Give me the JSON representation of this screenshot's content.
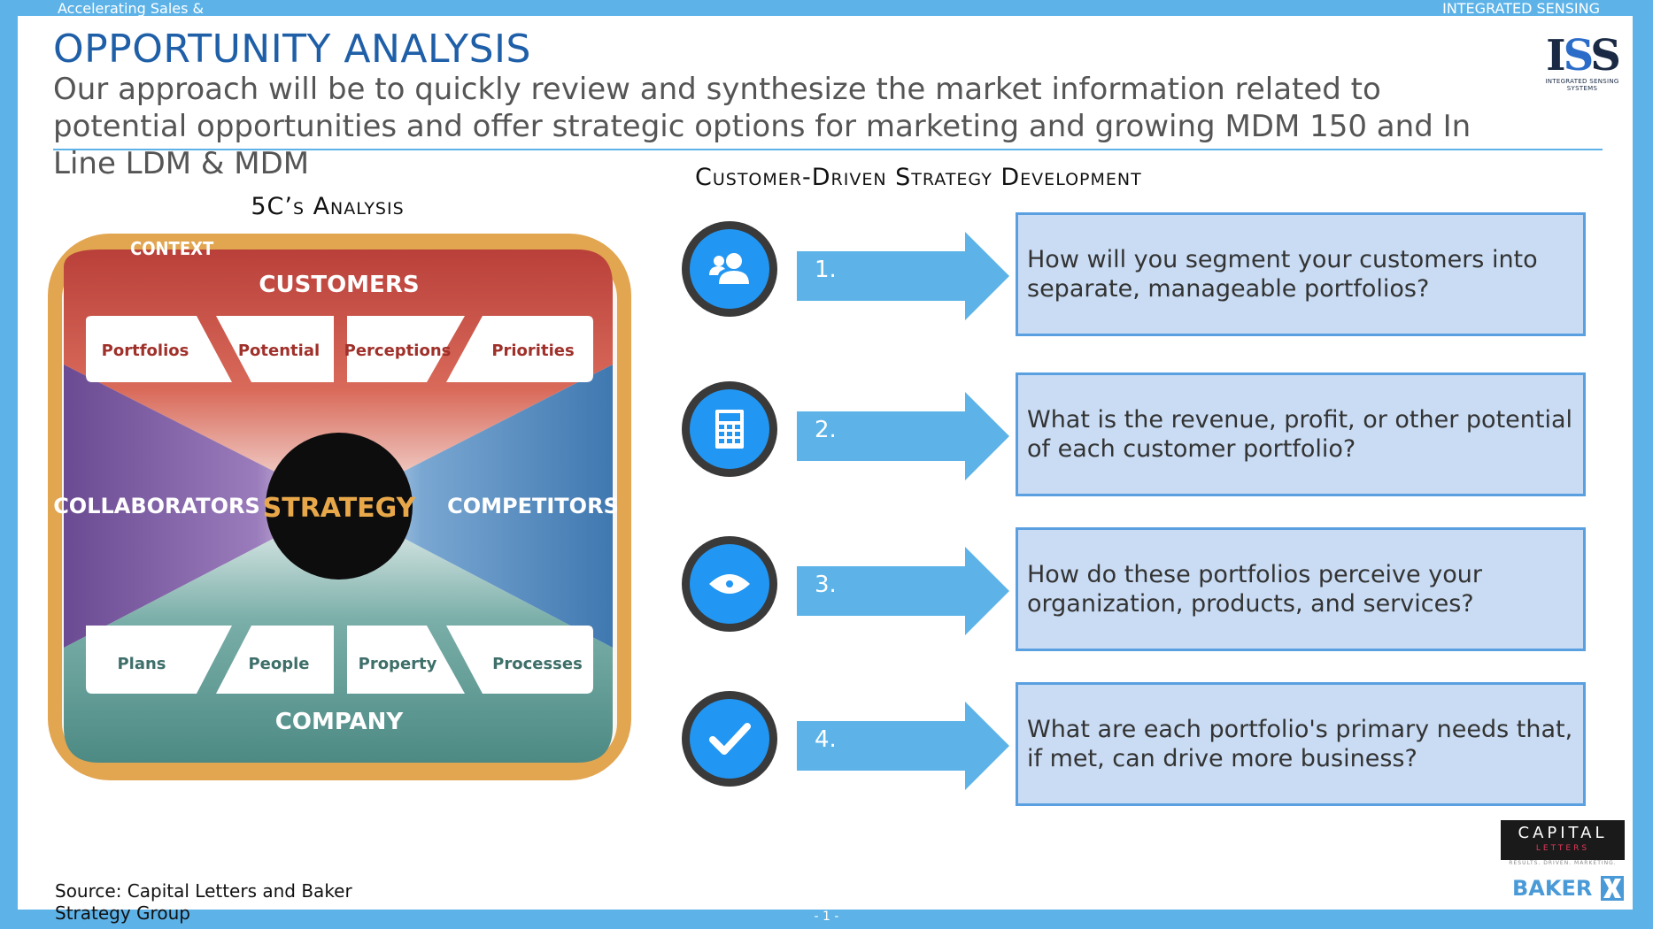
{
  "header": {
    "left_text": "Accelerating Sales &",
    "right_text": "INTEGRATED SENSING",
    "title": "OPPORTUNITY ANALYSIS",
    "subtitle": "Our approach will be to quickly review and synthesize the market information related to potential opportunities and offer strategic options for marketing and growing MDM 150 and In Line LDM & MDM"
  },
  "logos": {
    "iss_main": "ISS",
    "iss_sub": "INTEGRATED SENSING SYSTEMS",
    "capital_main": "CAPITAL",
    "capital_sub": "LETTERS",
    "capital_tag": "RESULTS. DRIVEN. MARKETING.",
    "baker": "BAKER"
  },
  "left_panel": {
    "heading": "5C’s Analysis",
    "diagram": {
      "context": "CONTEXT",
      "customers": "CUSTOMERS",
      "customer_items": [
        "Portfolios",
        "Potential",
        "Perceptions",
        "Priorities"
      ],
      "collaborators": "COLLABORATORS",
      "strategy": "STRATEGY",
      "competitors": "COMPETITORS",
      "company_items": [
        "Plans",
        "People",
        "Property",
        "Processes"
      ],
      "company": "COMPANY"
    }
  },
  "right_panel": {
    "heading": "Customer-Driven Strategy Development",
    "steps": [
      {
        "number": "1.",
        "icon": "users-icon",
        "question": "How will you segment your customers into separate, manageable portfolios?"
      },
      {
        "number": "2.",
        "icon": "calculator-icon",
        "question": "What is the revenue, profit, or other potential of each customer portfolio?"
      },
      {
        "number": "3.",
        "icon": "eye-icon",
        "question": "How do these portfolios perceive your organization, products, and services?"
      },
      {
        "number": "4.",
        "icon": "check-icon",
        "question": "What are each portfolio's primary needs that, if met, can drive more business?"
      }
    ]
  },
  "footer": {
    "source": "Source: Capital Letters and Baker Strategy Group",
    "page": "- 1 -"
  },
  "colors": {
    "frame": "#5db3e8",
    "title": "#1f5fa8",
    "icon_circle": "#2196f3",
    "arrow": "#5db3e8",
    "question_box": "#c9dcf4"
  }
}
